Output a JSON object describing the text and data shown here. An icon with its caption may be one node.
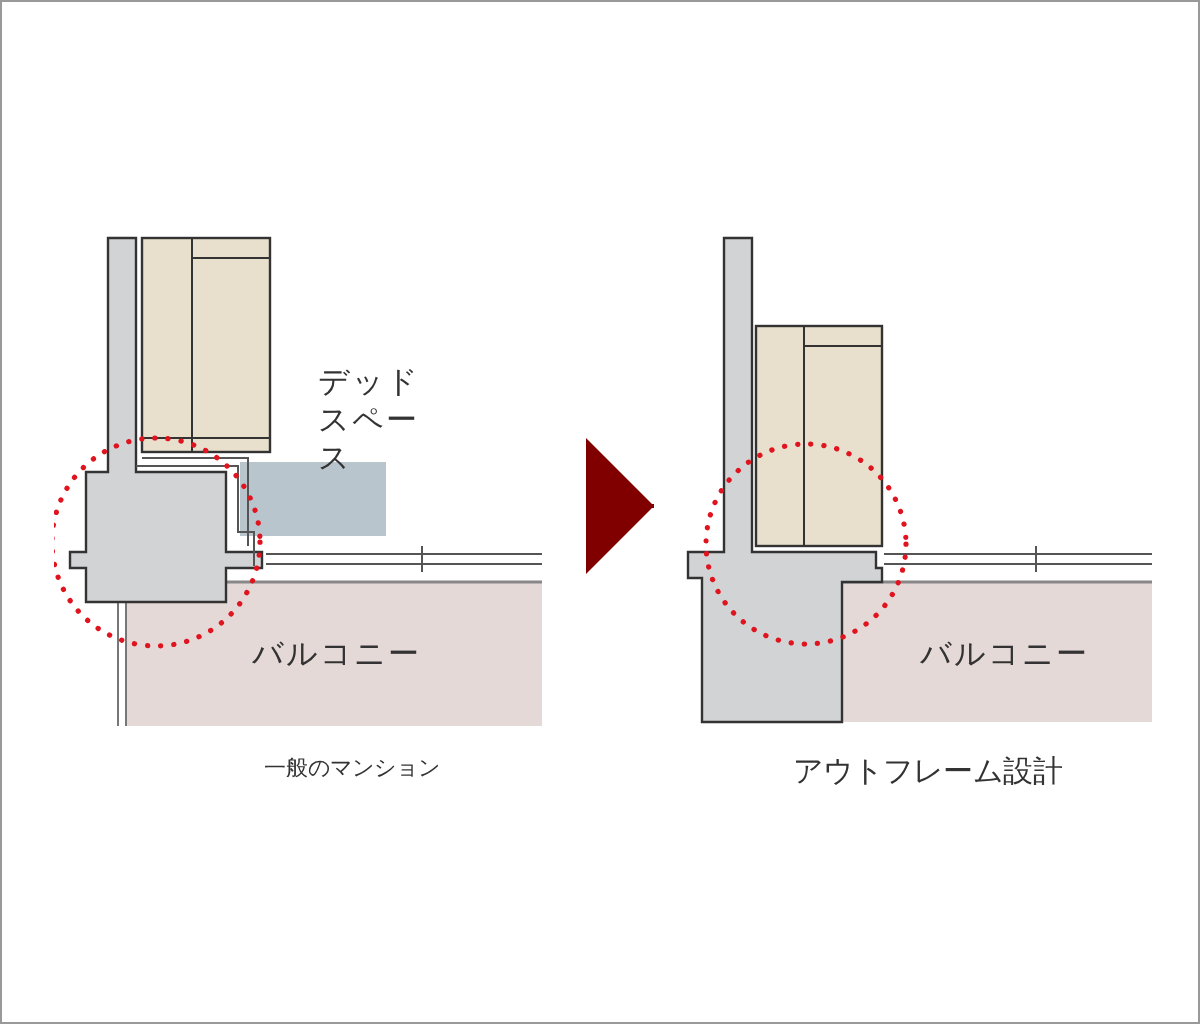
{
  "diagram": {
    "nodes": [
      {
        "text": [],
        "shape": "picture",
        "beside": [
          "一般のマンション"
        ]
      },
      {
        "text": [],
        "shape": "picture",
        "beside": [
          "アウトフレーム設計"
        ]
      }
    ],
    "edges": [
      {
        "from": 0,
        "to": 1,
        "arrow": "to"
      }
    ],
    "labels": [
      "デッドスペース",
      "バルコニー",
      "バルコニー"
    ]
  }
}
